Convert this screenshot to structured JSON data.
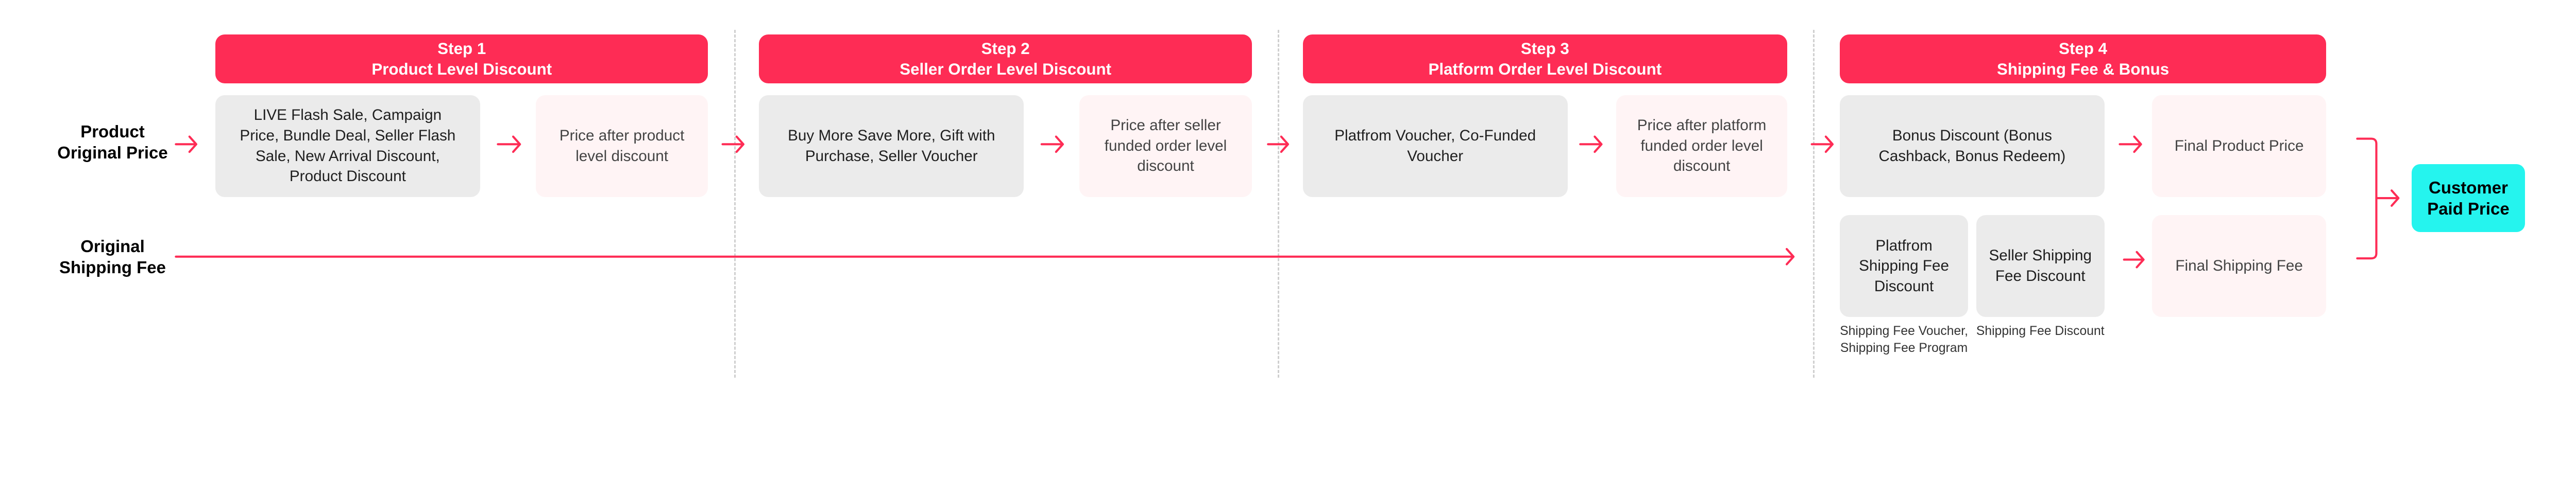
{
  "colors": {
    "step_header": "#FE2C55",
    "method_box": "#EBEBEB",
    "result_box": "#FFF4F5",
    "final": "#25F4EE",
    "arrow": "#FE2C55"
  },
  "inputs": {
    "product_price": "Product Original Price",
    "shipping_fee": "Original Shipping Fee"
  },
  "steps": [
    {
      "step": "Step 1",
      "title": "Product Level Discount",
      "methods": "LIVE Flash Sale, Campaign Price, Bundle Deal, Seller Flash Sale, New Arrival Discount, Product Discount",
      "result": "Price after product level discount"
    },
    {
      "step": "Step 2",
      "title": "Seller Order Level Discount",
      "methods": "Buy More Save More, Gift with Purchase, Seller Voucher",
      "result": "Price after seller funded order level discount"
    },
    {
      "step": "Step 3",
      "title": "Platform Order Level Discount",
      "methods": "Platfrom Voucher, Co-Funded Voucher",
      "result": "Price after platform funded order level discount"
    },
    {
      "step": "Step 4",
      "title": "Shipping Fee & Bonus",
      "methods": "Bonus Discount (Bonus Cashback, Bonus Redeem)",
      "result": "Final Product Price"
    }
  ],
  "shipping": {
    "platform": {
      "label": "Platfrom Shipping Fee Discount",
      "caption": "Shipping Fee Voucher, Shipping Fee Program"
    },
    "seller": {
      "label": "Seller Shipping Fee Discount",
      "caption": "Shipping Fee Discount"
    },
    "result": "Final Shipping Fee"
  },
  "output": "Customer Paid Price"
}
